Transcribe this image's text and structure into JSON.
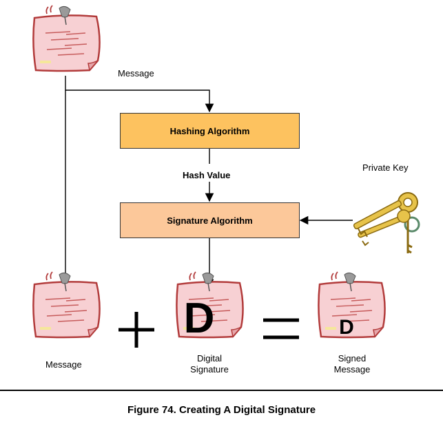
{
  "labels": {
    "message_top": "Message",
    "hashing_algorithm": "Hashing Algorithm",
    "hash_value": "Hash Value",
    "signature_algorithm": "Signature Algorithm",
    "private_key": "Private Key",
    "message_bottom": "Message",
    "digital_signature_line1": "Digital",
    "digital_signature_line2": "Signature",
    "signed_message_line1": "Signed",
    "signed_message_line2": "Message",
    "d_large": "D",
    "d_small": "D"
  },
  "operators": {
    "plus": "+",
    "equals": "="
  },
  "caption": "Figure 74. Creating A Digital Signature",
  "colors": {
    "hashing_box": "#fdc25f",
    "signature_box": "#fcc89a",
    "note_fill": "#f7d0d3",
    "note_border": "#b23b3b",
    "key_gold": "#e7c34a"
  },
  "icons": [
    "pinned-note-icon",
    "keys-icon"
  ]
}
